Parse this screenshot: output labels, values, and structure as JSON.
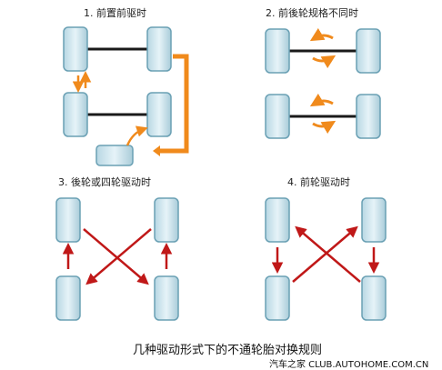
{
  "panels": [
    {
      "id": "p1",
      "title": "1. 前置前驱时"
    },
    {
      "id": "p2",
      "title": "2. 前後轮规格不同时"
    },
    {
      "id": "p3",
      "title": "3. 後轮或四轮驱动时"
    },
    {
      "id": "p4",
      "title": "4. 前轮驱动时"
    }
  ],
  "caption": "几种驱动形式下的不通轮胎对换规则",
  "watermark": "汽车之家  CLUB.AUTOHOME.COM.CN",
  "colors": {
    "tire_fill": "#cfe6ee",
    "tire_stroke": "#6aa0b4",
    "axle": "#1a1a1a",
    "orange": "#f08a1c",
    "red": "#c01818"
  }
}
